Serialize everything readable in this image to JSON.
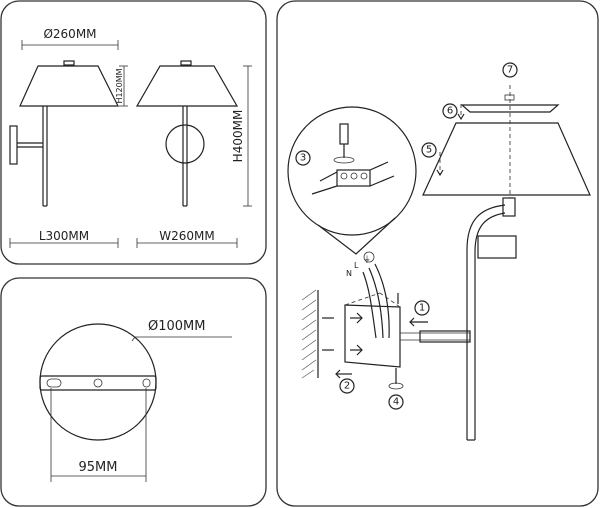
{
  "dimensions": {
    "shade_diameter": "Ø260MM",
    "shade_height": "H120MM",
    "total_height": "H400MM",
    "length": "L300MM",
    "width": "W260MM",
    "base_diameter": "Ø100MM",
    "mount_spacing": "95MM"
  },
  "steps": [
    "1",
    "2",
    "3",
    "4",
    "5",
    "6",
    "7"
  ],
  "wire_labels": {
    "ground": "⏚",
    "live": "L",
    "neutral": "N"
  }
}
